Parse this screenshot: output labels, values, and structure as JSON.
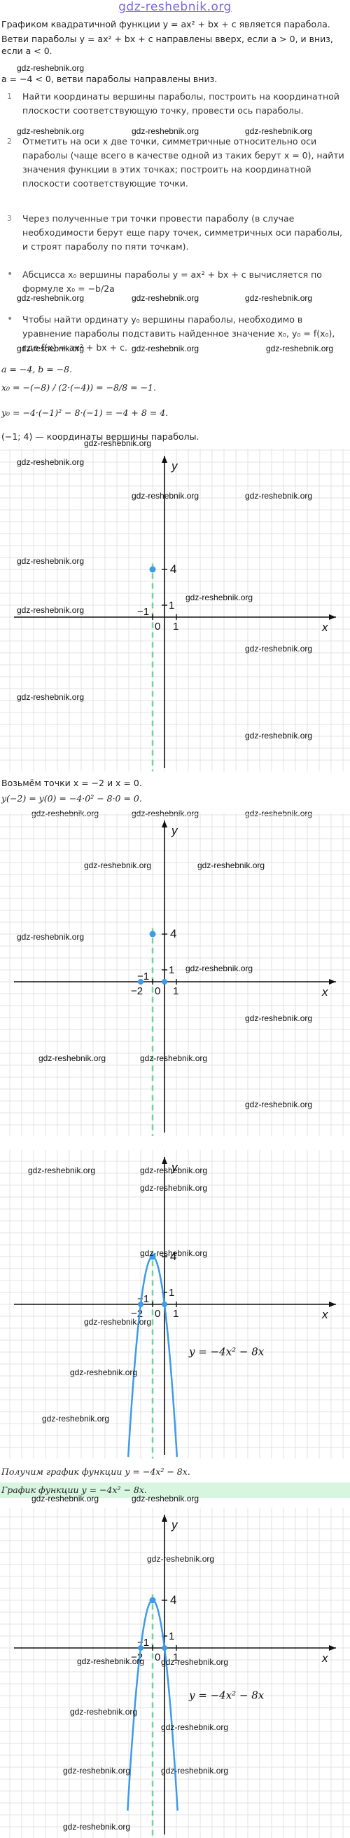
{
  "site": "gdz-reshebnik.org",
  "watermark": "gdz-reshebnik.org",
  "intro": [
    "Графиком квадратичной функции y = ax² + bx + c является парабола.",
    "Ветви параболы y = ax² + bx + c направлены вверх, если a > 0, и вниз, если a < 0.",
    "a = −4 < 0, ветви параболы направлены вниз."
  ],
  "steps": [
    {
      "num": "1",
      "text": "Найти координаты вершины параболы, построить на координатной плоскости соответствующую точку, провести ось параболы."
    },
    {
      "num": "2",
      "text": "Отметить на оси x две точки, симметричные относительно оси параболы (чаще всего в качестве одной из таких берут x = 0), найти значения функции в этих точках; построить на координатной плоскости соответствующие точки."
    },
    {
      "num": "3",
      "text": "Через полученные три точки провести параболу (в случае необходимости берут еще пару точек, симметричных оси параболы, и строят параболу по пяти точкам)."
    }
  ],
  "bullets": [
    {
      "mark": "•",
      "text": "Абсцисса x₀ вершины параболы y = ax² + bx + c вычисляется по формуле x₀ = −b/2a"
    },
    {
      "mark": "•",
      "text": "Чтобы найти ординату y₀ вершины параболы, необходимо в уравнение параболы подставить найденное значение x₀, y₀ = f(x₀), где f(x) = ax² + bx + c."
    }
  ],
  "calc": [
    "a = −4, b = −8.",
    "x₀ = −(−8) / (2·(−4)) = −8/8 = −1.",
    "y₀ = −4·(−1)² − 8·(−1) = −4 + 8 = 4.",
    "(−1; 4) — координаты вершины параболы."
  ],
  "mid": [
    "Возьмём точки x = −2 и x = 0.",
    "y(−2) = y(0) = −4·0² − 8·0 = 0."
  ],
  "result": "Получим график функции y = −4x² − 8x.",
  "final": "График функции y = −4x² − 8x.",
  "axes": {
    "x": "x",
    "y": "y",
    "zero": "0",
    "one": "1",
    "minus_one": "−1",
    "four": "4",
    "minus_two": "−2"
  },
  "func_label": "y = −4x² − 8x",
  "colors": {
    "grid": "#e3e3e3",
    "axis": "#111111",
    "point": "#3d9be9",
    "axis_of_sym": "#6fd39a",
    "curve": "#3d9be9",
    "highlight": "#d8f5e0"
  }
}
